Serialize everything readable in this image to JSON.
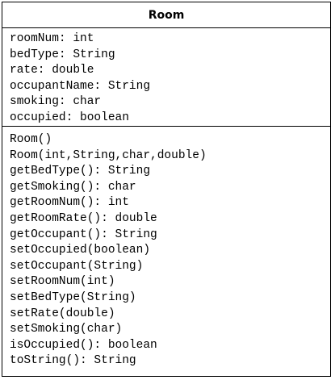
{
  "class_diagram": {
    "name": "Room",
    "attributes": [
      "roomNum: int",
      "bedType: String",
      "rate: double",
      "occupantName: String",
      "smoking: char",
      "occupied: boolean"
    ],
    "methods": [
      "Room()",
      "Room(int,String,char,double)",
      "getBedType(): String",
      "getSmoking(): char",
      "getRoomNum(): int",
      "getRoomRate(): double",
      "getOccupant(): String",
      "setOccupied(boolean)",
      "setOccupant(String)",
      "setRoomNum(int)",
      "setBedType(String)",
      "setRate(double)",
      "setSmoking(char)",
      "isOccupied(): boolean",
      "toString(): String"
    ]
  }
}
